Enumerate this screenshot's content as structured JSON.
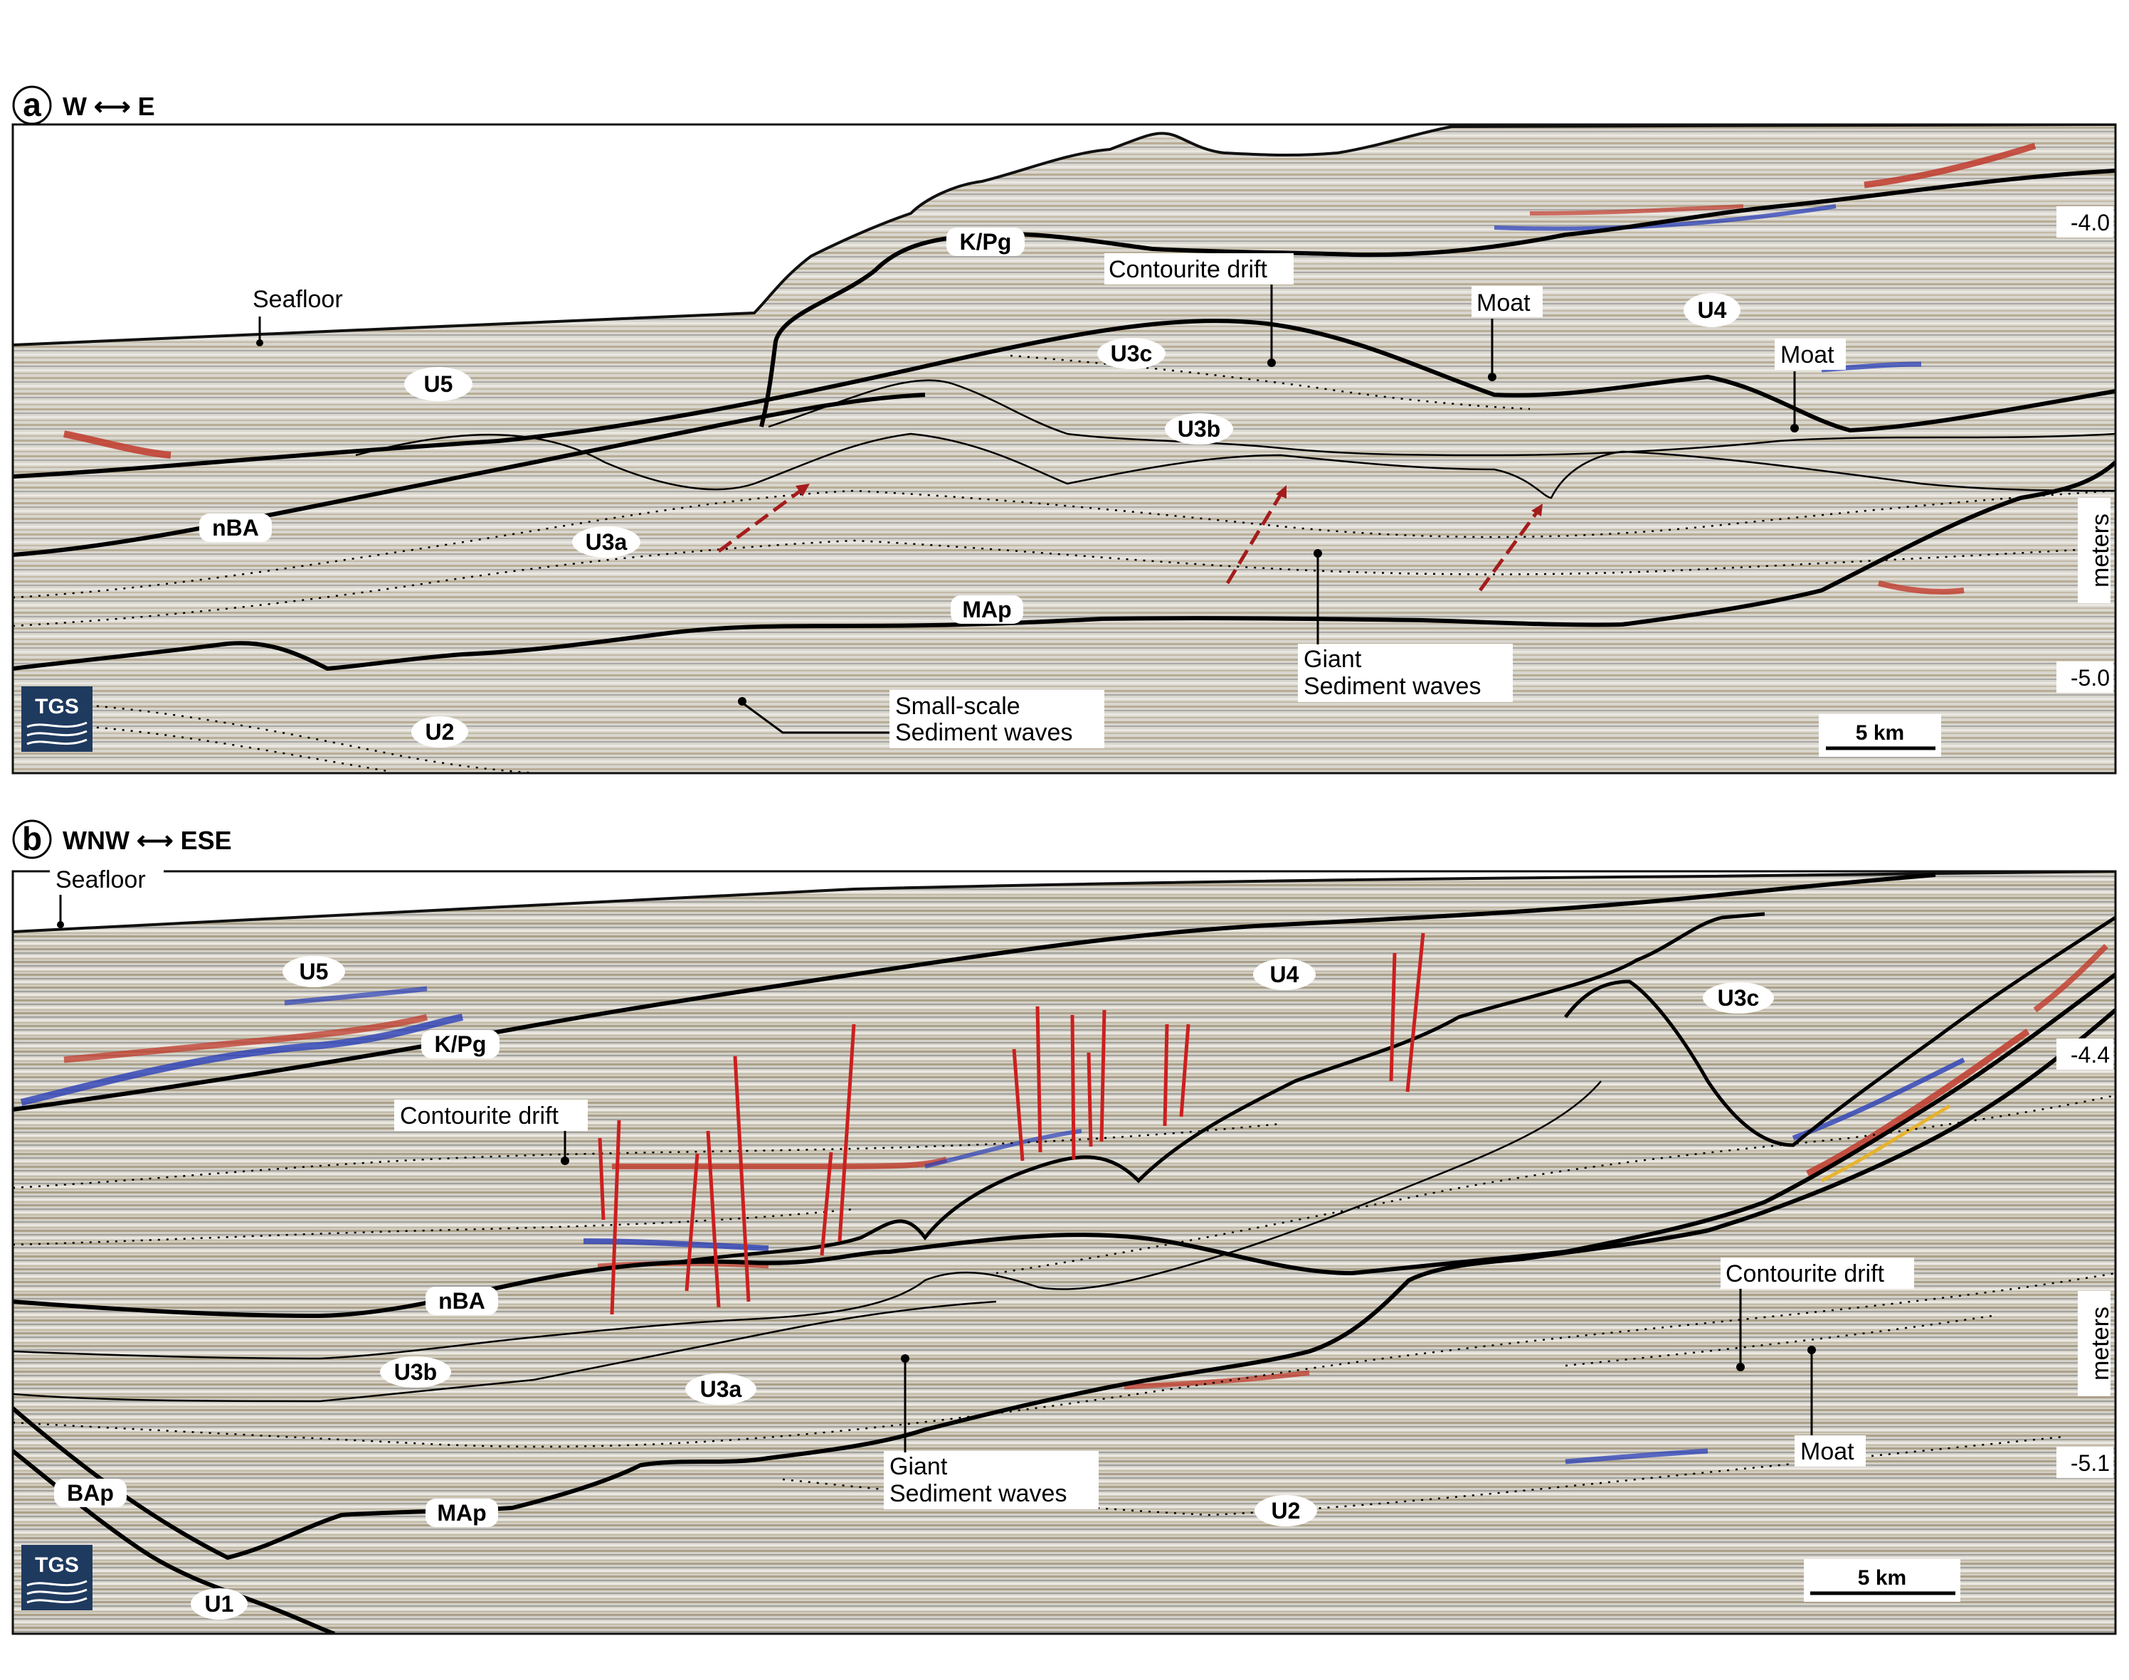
{
  "panels": [
    {
      "id": "a",
      "letter": "a",
      "direction": "W ⟷ E",
      "units": [
        "U5",
        "U4",
        "U3c",
        "U3b",
        "U3a",
        "U2",
        "nBA",
        "MAp",
        "K/Pg"
      ],
      "annotations": {
        "seafloor": "Seafloor",
        "contourite_drift": "Contourite drift",
        "moat_1": "Moat",
        "moat_2": "Moat",
        "giant_waves_1": "Giant",
        "giant_waves_2": "Sediment waves",
        "small_waves_1": "Small-scale",
        "small_waves_2": "Sediment waves"
      },
      "depth_ticks": [
        "-4.0",
        "-5.0"
      ],
      "axis_unit": "meters",
      "scale_bar": "5 km",
      "logo": "TGS"
    },
    {
      "id": "b",
      "letter": "b",
      "direction": "WNW ⟷ ESE",
      "units": [
        "U5",
        "U4",
        "U3c",
        "U3b",
        "U3a",
        "U2",
        "U1",
        "nBA",
        "MAp",
        "BAp",
        "K/Pg"
      ],
      "annotations": {
        "seafloor": "Seafloor",
        "contourite_drift_1": "Contourite drift",
        "contourite_drift_2": "Contourite drift",
        "moat": "Moat",
        "giant_waves_1": "Giant",
        "giant_waves_2": "Sediment waves"
      },
      "depth_ticks": [
        "-4.4",
        "-5.1"
      ],
      "axis_unit": "meters",
      "scale_bar": "5 km",
      "logo": "TGS"
    }
  ],
  "colors": {
    "seismic_base": "#d6d3cc",
    "trough": "#8a6a3a",
    "peak_gray": "#6e6e6e",
    "red_reflector": "#c0392b",
    "blue_reflector": "#2a3fb8",
    "fault_red": "#cc1f1f",
    "logo_bg": "#1f3a5f"
  }
}
